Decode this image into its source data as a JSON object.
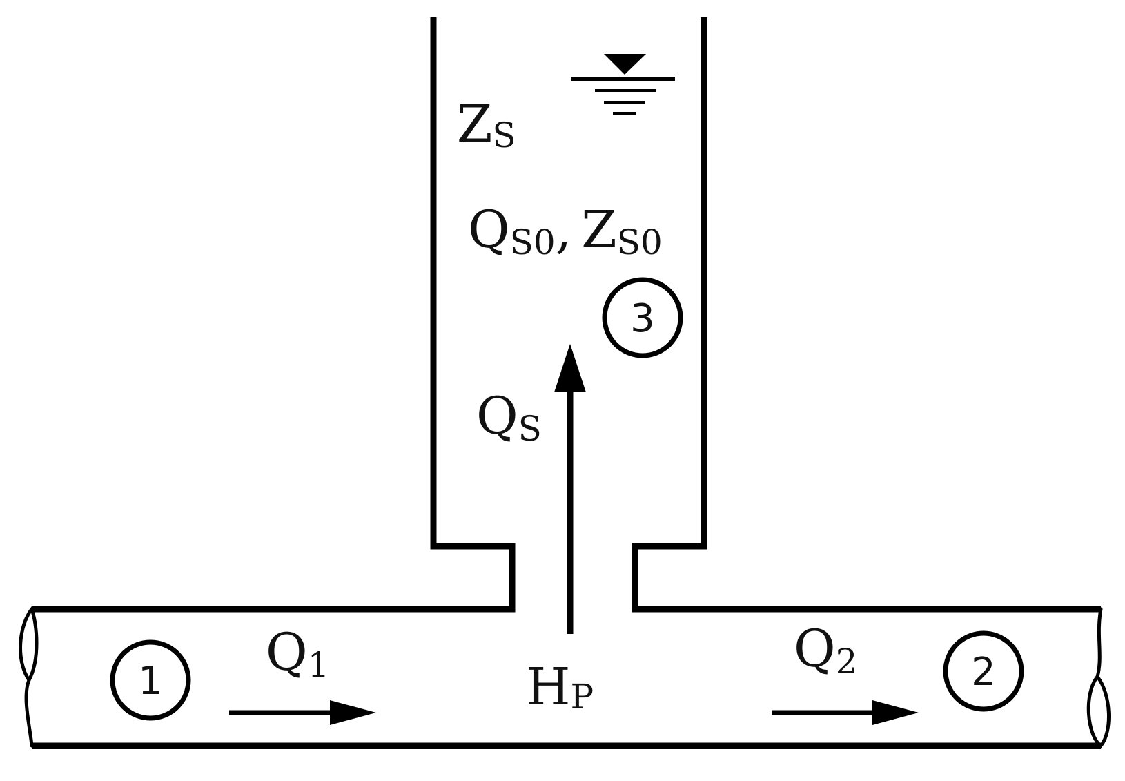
{
  "labels": {
    "zs": {
      "main": "Z",
      "sub": "S"
    },
    "qs0_zs0": {
      "q_main": "Q",
      "q_sub": "S0",
      "comma": ",",
      "z_main": "Z",
      "z_sub": "S0"
    },
    "qs": {
      "main": "Q",
      "sub": "S"
    },
    "q1": {
      "main": "Q",
      "sub": "1"
    },
    "q2": {
      "main": "Q",
      "sub": "2"
    },
    "hp": {
      "main": "H",
      "sub": "P"
    }
  },
  "nodes": [
    "1",
    "2",
    "3"
  ],
  "icons": {
    "water_surface": "water-level-triangle-icon",
    "flow_arrow": "flow-arrow-icon",
    "pipe_break": "pipe-break-icon"
  },
  "colors": {
    "line": "#000000",
    "background": "#ffffff"
  }
}
